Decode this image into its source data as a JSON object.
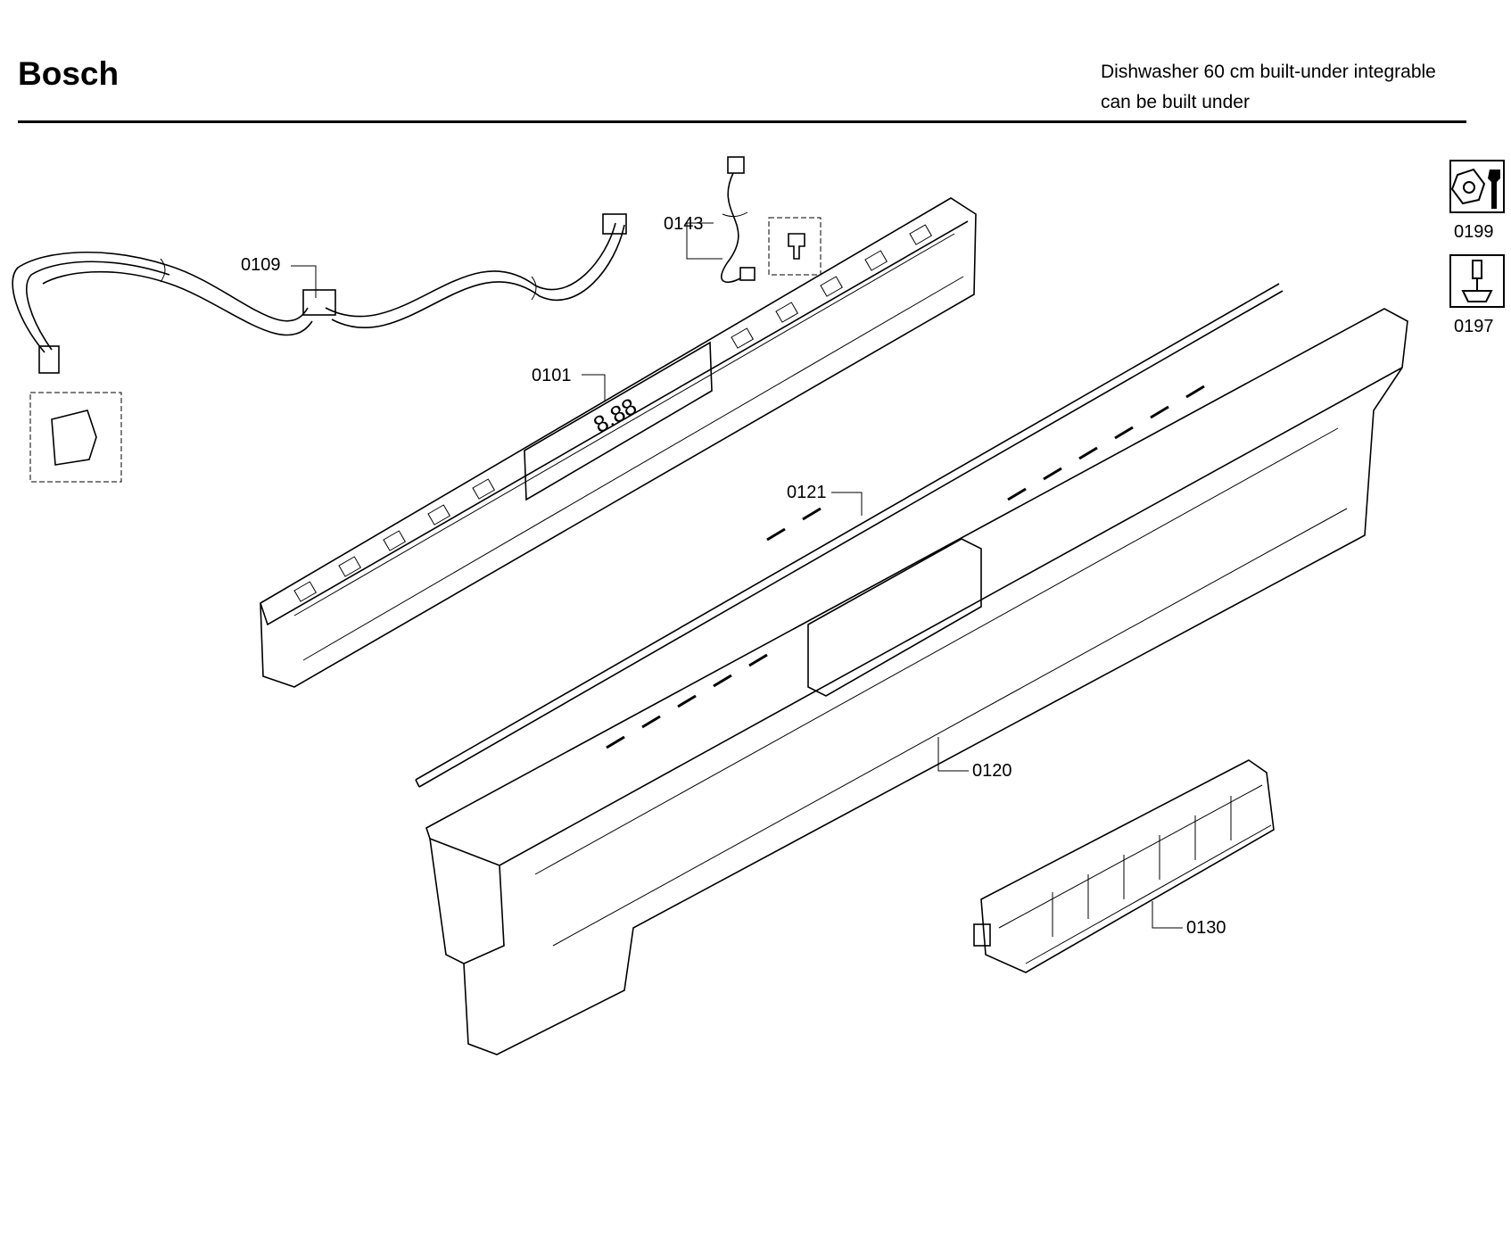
{
  "header": {
    "brand": "Bosch",
    "description_line1": "Dishwasher 60 cm built-under integrable",
    "description_line2": "can be built under"
  },
  "parts": [
    {
      "id": "p0101",
      "number": "0101"
    },
    {
      "id": "p0109",
      "number": "0109"
    },
    {
      "id": "p0120",
      "number": "0120"
    },
    {
      "id": "p0121",
      "number": "0121"
    },
    {
      "id": "p0130",
      "number": "0130"
    },
    {
      "id": "p0143",
      "number": "0143"
    }
  ],
  "tools": [
    {
      "id": "t0199",
      "number": "0199",
      "icon": "wrench-nut-icon"
    },
    {
      "id": "t0197",
      "number": "0197",
      "icon": "screwdriver-icon"
    }
  ],
  "colors": {
    "line": "#000000",
    "background": "#ffffff"
  }
}
